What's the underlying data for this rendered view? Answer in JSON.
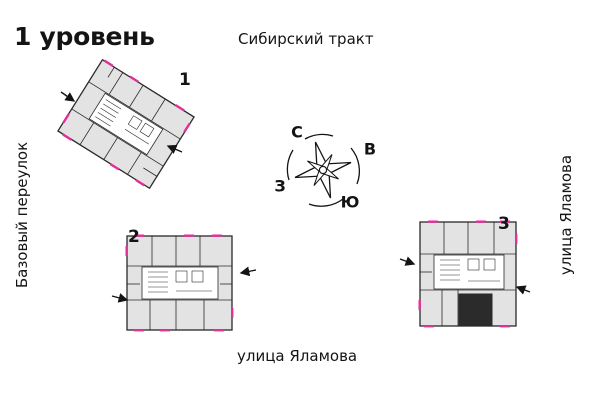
{
  "title": "1 уровень",
  "streets": {
    "top": "Сибирский тракт",
    "bottom": "улица Яламова",
    "left": "Базовый переулок",
    "right": "улица Яламова"
  },
  "compass": {
    "north": "С",
    "east": "В",
    "south": "Ю",
    "west": "З"
  },
  "buildings": [
    {
      "number": "1"
    },
    {
      "number": "2"
    },
    {
      "number": "3"
    }
  ],
  "colors": {
    "outline": "#2a2a2a",
    "room_fill": "#e3e3e3",
    "window_accent": "#e0309a",
    "core_fill": "#ffffff",
    "highlight_unit": "#2b2b2b"
  },
  "icons": {
    "compass": "compass-rose-icon",
    "entrance": "entrance-arrow-icon"
  }
}
